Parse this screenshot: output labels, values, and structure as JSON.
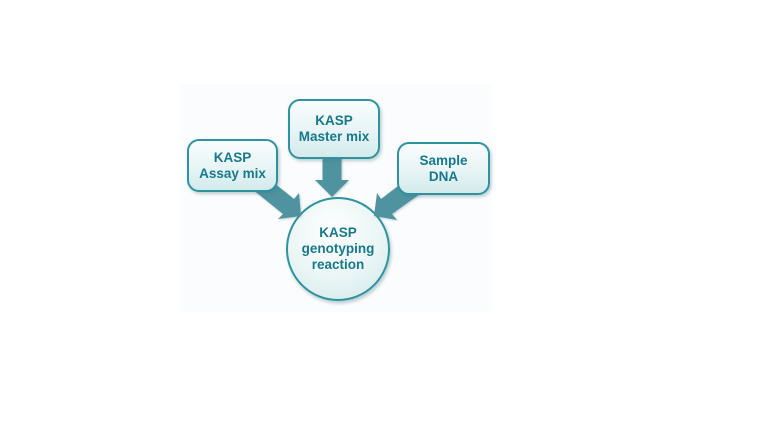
{
  "diagram": {
    "nodes": {
      "assay_mix": {
        "line1": "KASP",
        "line2": "Assay mix"
      },
      "master_mix": {
        "line1": "KASP",
        "line2": "Master mix"
      },
      "sample_dna": {
        "line1": "Sample",
        "line2": "DNA"
      },
      "reaction": {
        "line1": "KASP",
        "line2": "genotyping",
        "line3": "reaction"
      }
    },
    "colors": {
      "border_teal": "#2e929f",
      "text_teal": "#17798b",
      "arrow_fill": "#4f93a1",
      "node_fill_light": "#f9fdfd",
      "node_fill_dark": "#d3eaec",
      "background": "#ffffff"
    }
  }
}
